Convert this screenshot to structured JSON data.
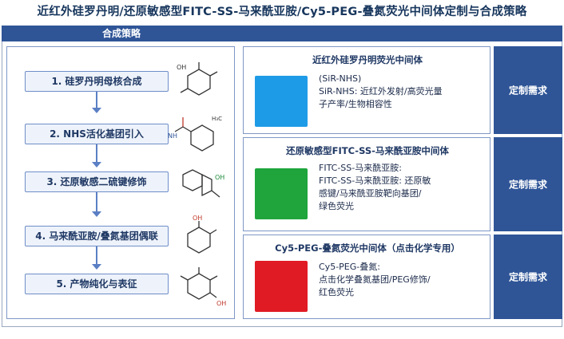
{
  "title": "近红外硅罗丹明/还原敏感型FITC-SS-马来酰亚胺/Cy5-PEG-叠氮荧光中间体定制与合成策略",
  "strategy": {
    "header": "合成策略",
    "steps": [
      "1. 硅罗丹明母核合成",
      "2. NHS活化基团引入",
      "3. 还原敏感二硫键修饰",
      "4. 马来酰亚胺/叠氮基团偶联",
      "5. 产物纯化与表征"
    ],
    "molecule_labels": [
      "OH",
      "NH",
      "OH",
      "OH",
      "OH"
    ]
  },
  "rows": [
    {
      "title": "近红外硅罗丹明荧光中间体",
      "swatch_color": "#1e9be6",
      "lines": [
        "(SiR-NHS)",
        "SiR-NHS: 近红外发射/高荧光量",
        "子产率/生物相容性"
      ],
      "side": "定制需求"
    },
    {
      "title": "还原敏感型FITC-SS-马来酰亚胺中间体",
      "swatch_color": "#1fa53c",
      "lines": [
        "FITC-SS-马来酰亚胺:",
        "FITC-SS-马来酰亚胺: 还原敏",
        "感键/马来酰亚胺靶向基团/",
        "绿色荧光"
      ],
      "side": "定制需求"
    },
    {
      "title": "Cy5-PEG-叠氮荧光中间体（点击化学专用）",
      "swatch_color": "#e01b24",
      "lines": [
        "Cy5-PEG-叠氮:",
        "点击化学叠氮基团/PEG修饰/",
        "红色荧光"
      ],
      "side": "定制需求"
    }
  ]
}
